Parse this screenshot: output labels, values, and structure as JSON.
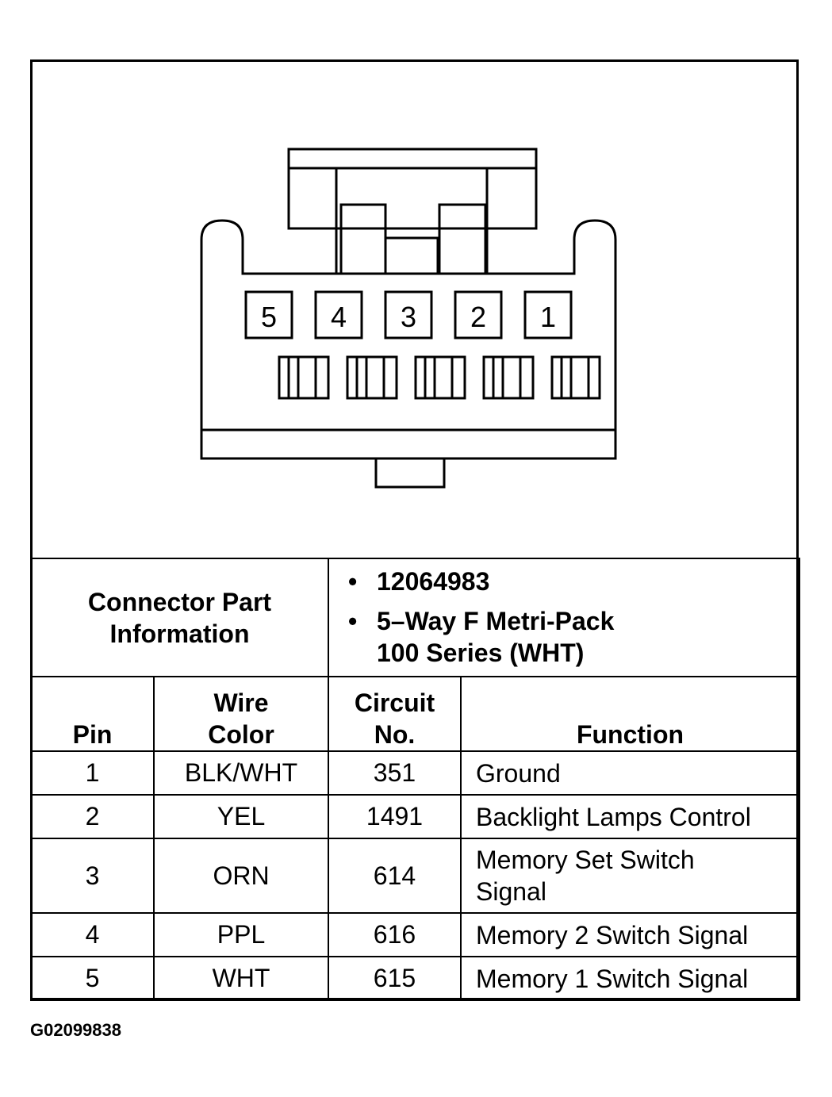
{
  "connector": {
    "pins": [
      "5",
      "4",
      "3",
      "2",
      "1"
    ]
  },
  "part_info": {
    "label_line1": "Connector Part",
    "label_line2": "Information",
    "bullet_glyph": "•",
    "items": [
      {
        "lines": [
          "12064983"
        ]
      },
      {
        "lines": [
          "5–Way F Metri-Pack",
          "100 Series (WHT)"
        ]
      }
    ]
  },
  "wire_table": {
    "headers": {
      "pin": [
        "",
        "Pin"
      ],
      "wire_color": [
        "Wire",
        "Color"
      ],
      "circuit": [
        "Circuit",
        "No."
      ],
      "function": [
        "",
        "Function"
      ]
    },
    "rows": [
      {
        "pin": "1",
        "color": "BLK/WHT",
        "circuit": "351",
        "function": [
          "Ground"
        ]
      },
      {
        "pin": "2",
        "color": "YEL",
        "circuit": "1491",
        "function": [
          "Backlight Lamps Control"
        ]
      },
      {
        "pin": "3",
        "color": "ORN",
        "circuit": "614",
        "function": [
          "Memory Set Switch",
          "Signal"
        ]
      },
      {
        "pin": "4",
        "color": "PPL",
        "circuit": "616",
        "function": [
          "Memory 2 Switch Signal"
        ]
      },
      {
        "pin": "5",
        "color": "WHT",
        "circuit": "615",
        "function": [
          "Memory 1 Switch Signal"
        ]
      }
    ]
  },
  "image_code": "G02099838"
}
